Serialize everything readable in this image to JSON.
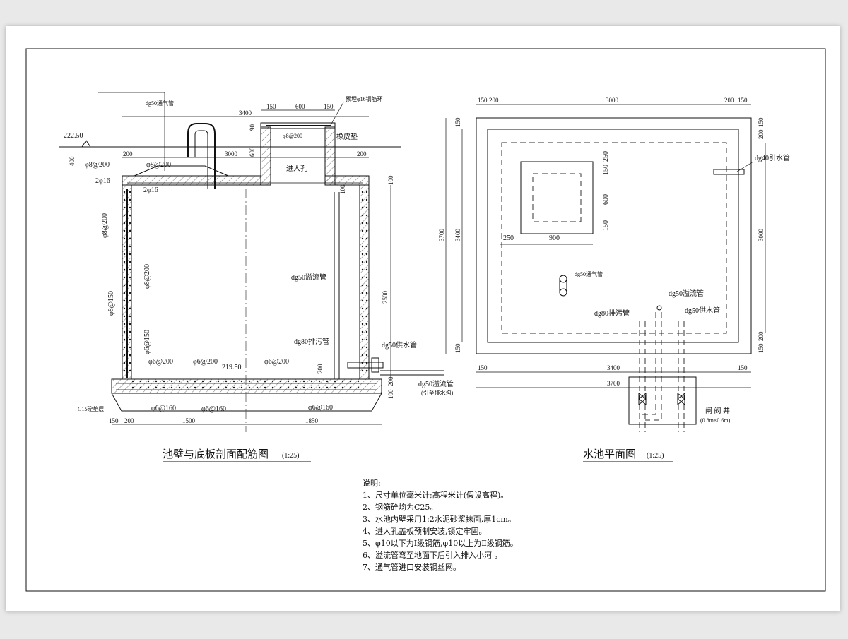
{
  "section": {
    "title": "池壁与底板剖面配筋图",
    "scale": "(1:25)",
    "elev_ground": "222.50",
    "elev_bottom": "219.50",
    "dims": {
      "d3400": "3400",
      "d3000": "3000",
      "d150a": "150",
      "d600": "600",
      "d150b": "150",
      "d200a": "200",
      "d200b": "200",
      "d400": "400",
      "d600v": "600",
      "d90": "90",
      "d100a": "100",
      "d100b": "100",
      "d2500": "2500",
      "d200c": "200",
      "d100c": "100",
      "d200d": "200",
      "d150c": "150",
      "d200e": "200",
      "d1500": "1500",
      "d1850": "1850"
    },
    "labels": {
      "vent": "dg50通气管",
      "ring": "预埋φ16钢筋环",
      "rebar8": "φ8@200",
      "rubber": "橡皮垫",
      "manhole": "进人孔",
      "top_rebar": "φ8@200",
      "left_rebar": "φ8@200",
      "bar2a": "2φ16",
      "bar2b": "2φ16",
      "wall_out": "φ8@200",
      "wall_in": "φ8@200",
      "wall150": "φ8@150",
      "wall6": "φ6@150",
      "overflow": "dg50溢流管",
      "drain": "dg80排污管",
      "supply": "dg50供水管",
      "overflow2": "dg50溢流管",
      "overflow2b": "(引至排水沟)",
      "slab1": "φ6@200",
      "slab2": "φ6@200",
      "slab3": "φ6@200",
      "bot1": "φ6@160",
      "bot2": "φ6@160",
      "bot3": "φ6@160",
      "cushion": "C15砼垫层"
    }
  },
  "plan": {
    "title": "水池平面图",
    "scale": "(1:25)",
    "dims": {
      "t150": "150",
      "t200": "200",
      "t3000": "3000",
      "t200b": "200",
      "t150b": "150",
      "b150": "150",
      "b3400": "3400",
      "b150b": "150",
      "b3700": "3700",
      "l3700": "3700",
      "l3400": "3400",
      "l150": "150",
      "l150b": "150",
      "r200": "200",
      "r150": "150",
      "r3000": "3000",
      "r150b": "150",
      "r200b": "200",
      "m250": "250",
      "m150": "150",
      "m600": "600",
      "m150b": "150",
      "m250h": "250",
      "m900": "900"
    },
    "labels": {
      "inlet": "dg40引水管",
      "vent": "dg50通气管",
      "overflow": "dg50溢流管",
      "drain": "dg80排污管",
      "supply": "dg50供水管",
      "valve": "闸 阀 井",
      "valve_size": "(0.8m×0.6m)"
    }
  },
  "notes": {
    "heading": "说明:",
    "items": [
      "1、尺寸单位毫米计;高程米计(假设高程)。",
      "2、钢筋砼均为C25。",
      "3、水池内壁采用1:2水泥砂浆抹面,厚1cm。",
      "4、进人孔盖板预制安装,锁定牢固。",
      "5、φ10以下为Ⅰ级钢筋,φ10以上为Ⅱ级钢筋。",
      "6、溢流管弯至地面下后引入排入小河 。",
      "7、通气管进口安装钢丝网。"
    ]
  }
}
